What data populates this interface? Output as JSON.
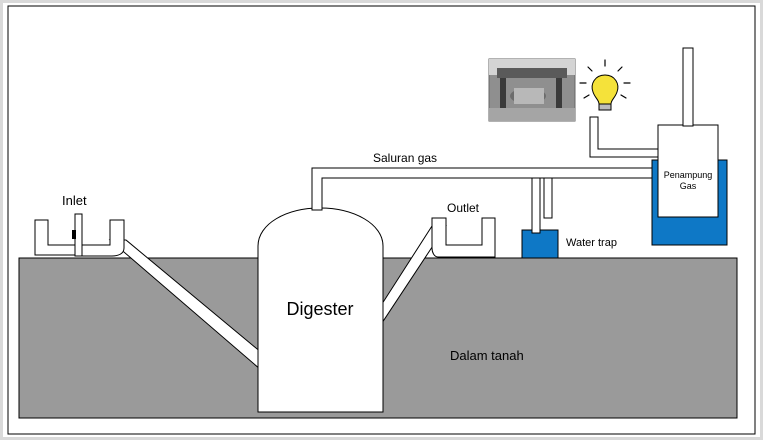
{
  "labels": {
    "inlet": "Inlet",
    "outlet": "Outlet",
    "digester": "Digester",
    "gas_line": "Saluran gas",
    "water_trap": "Water trap",
    "gas_holder_line1": "Penampung",
    "gas_holder_line2": "Gas",
    "underground": "Dalam tanah"
  },
  "colors": {
    "ground": "#9a9a9a",
    "water": "#0e78c6",
    "pipe": "#ffffff",
    "outline": "#000000",
    "bulb": "#f5e23a",
    "frame": "#d9d9d9"
  },
  "icons": {
    "bulb": "light-bulb-icon",
    "stove": "gas-stove-photo"
  }
}
